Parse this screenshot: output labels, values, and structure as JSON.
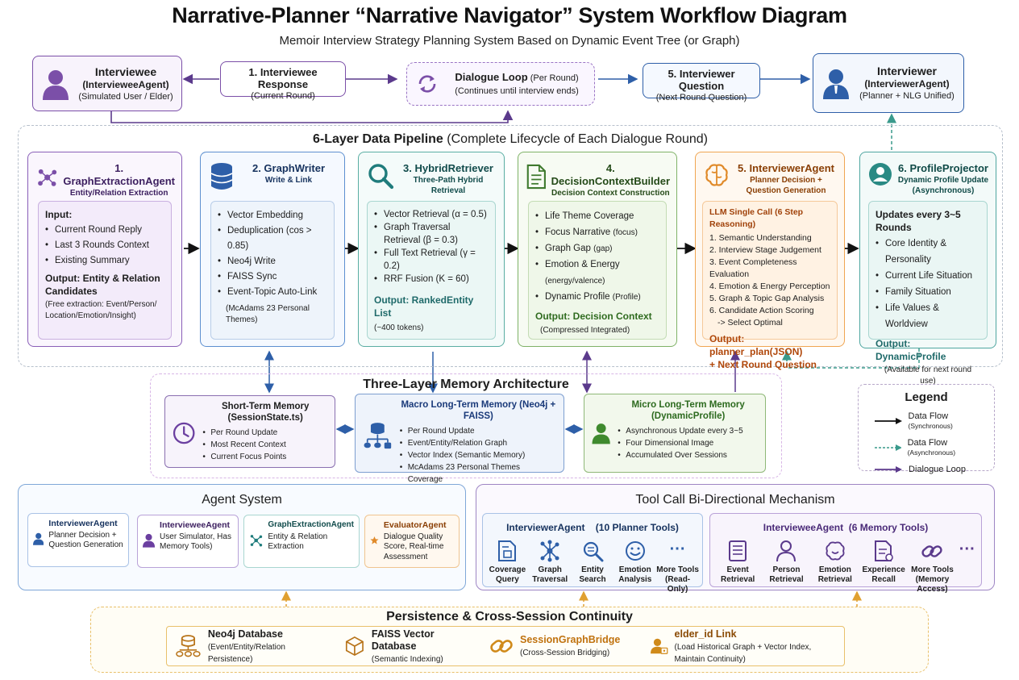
{
  "title": "Narrative-Planner “Narrative Navigator” System Workflow Diagram",
  "subtitle": "Memoir Interview Strategy Planning System Based on Dynamic Event Tree (or Graph)",
  "top": {
    "interviewee": {
      "title": "Interviewee",
      "agent": "(IntervieweeAgent)",
      "sub": "(Simulated User / Elder)"
    },
    "response": {
      "title": "1. Interviewee Response",
      "sub": "(Current Round)"
    },
    "loop": {
      "title": "Dialogue Loop",
      "title_small": "(Per Round)",
      "sub": "(Continues until interview ends)"
    },
    "question": {
      "title": "5. Interviewer Question",
      "sub": "(Next Round Question)"
    },
    "interviewer": {
      "title": "Interviewer",
      "agent": "(InterviewerAgent)",
      "sub": "(Planner + NLG Unified)"
    }
  },
  "pipeline": {
    "title": "6-Layer Data Pipeline",
    "title_sub": "(Complete Lifecycle of Each Dialogue Round)",
    "columns": [
      {
        "name": "1. GraphExtractionAgent",
        "sub": "Entity/Relation Extraction",
        "input_label": "Input:",
        "items": [
          "Current Round Reply",
          "Last 3 Rounds Context",
          "Existing Summary"
        ],
        "output": "Output: Entity & Relation Candidates",
        "note": "(Free extraction: Event/Person/ Location/Emotion/Insight)"
      },
      {
        "name": "2. GraphWriter",
        "sub": "Write & Link",
        "items": [
          "Vector Embedding",
          "Deduplication (cos > 0.85)",
          "Neo4j Write",
          "FAISS Sync",
          "Event-Topic Auto-Link"
        ],
        "note": "(McAdams 23 Personal Themes)"
      },
      {
        "name": "3. HybridRetriever",
        "sub": "Three-Path Hybrid Retrieval",
        "items": [
          "Vector Retrieval (α = 0.5)",
          "Graph Traversal Retrieval (β = 0.3)",
          "Full Text Retrieval (γ = 0.2)",
          "RRF Fusion (K = 60)"
        ],
        "output": "Output: RankedEntity List",
        "note": "(~400 tokens)"
      },
      {
        "name": "4. DecisionContextBuilder",
        "sub": "Decision Context Construction",
        "items": [
          "Life Theme Coverage",
          "Focus Narrative",
          "Graph Gap",
          "Emotion & Energy",
          "Dynamic Profile"
        ],
        "item_notes": [
          "",
          "(focus)",
          "(gap)",
          "(energy/valence)",
          "(Profile)"
        ],
        "output": "Output: Decision Context",
        "note": "(Compressed Integrated)"
      },
      {
        "name": "5. InterviewerAgent",
        "sub": "Planner Decision + Question Generation",
        "llm": "LLM Single Call (6 Step Reasoning)",
        "items": [
          "1. Semantic Understanding",
          "2. Interview Stage Judgement",
          "3. Event Completeness Evaluation",
          "4. Emotion & Energy Perception",
          "5. Graph & Topic Gap Analysis",
          "6. Candidate Action Scoring",
          "-> Select Optimal"
        ],
        "output1": "Output: planner_plan(JSON)",
        "output2": "+ Next Round Question"
      },
      {
        "name": "6. ProfileProjector",
        "sub": "Dynamic Profile Update (Asynchronous)",
        "head": "Updates every 3~5 Rounds",
        "items": [
          "Core Identity & Personality",
          "Current Life Situation",
          "Family Situation",
          "Life Values & Worldview"
        ],
        "output": "Output: DynamicProfile",
        "note": "(Available for next round use)"
      }
    ]
  },
  "memory": {
    "title": "Three-Layer Memory Architecture",
    "short": {
      "title": "Short-Term Memory (SessionState.ts)",
      "items": [
        "Per Round Update",
        "Most Recent Context",
        "Current Focus Points"
      ]
    },
    "macro": {
      "title": "Macro Long-Term Memory (Neo4j + FAISS)",
      "items": [
        "Per Round Update",
        "Event/Entity/Relation Graph",
        "Vector Index (Semantic Memory)",
        "McAdams 23 Personal Themes Coverage"
      ]
    },
    "micro": {
      "title": "Micro Long-Term Memory (DynamicProfile)",
      "items": [
        "Asynchronous Update every 3~5",
        "Four Dimensional Image",
        "Accumulated Over Sessions"
      ]
    }
  },
  "legend": {
    "title": "Legend",
    "items": [
      {
        "label": "Data Flow",
        "note": "(Synchronous)"
      },
      {
        "label": "Data Flow",
        "note": "(Asynchronous)"
      },
      {
        "label": "Dialogue Loop",
        "note": ""
      }
    ]
  },
  "agents": {
    "title": "Agent System",
    "items": [
      {
        "name": "InterviewerAgent",
        "desc": "Planner Decision + Question Generation"
      },
      {
        "name": "IntervieweeAgent",
        "desc": "User Simulator, Has Memory Tools)"
      },
      {
        "name": "GraphExtractionAgent",
        "desc": "Entity & Relation Extraction"
      },
      {
        "name": "EvaluatorAgent",
        "desc": "Dialogue Quality Score, Real-time Assessment"
      }
    ]
  },
  "tools": {
    "title": "Tool Call Bi-Directional Mechanism",
    "planner": {
      "title": "InterviewerAgent",
      "count": "(10 Planner Tools)",
      "items": [
        [
          "Coverage",
          "Query"
        ],
        [
          "Graph",
          "Traversal"
        ],
        [
          "Entity",
          "Search"
        ],
        [
          "Emotion",
          "Analysis"
        ],
        [
          "More Tools",
          "(Read-Only)"
        ]
      ]
    },
    "memory": {
      "title": "IntervieweeAgent",
      "count": "(6 Memory Tools)",
      "items": [
        [
          "Event",
          "Retrieval"
        ],
        [
          "Person",
          "Retrieval"
        ],
        [
          "Emotion",
          "Retrieval"
        ],
        [
          "Experience",
          "Recall"
        ],
        [
          "More Tools",
          "(Memory Access)"
        ]
      ],
      "ellipsis": "···"
    }
  },
  "persistence": {
    "title": "Persistence & Cross-Session Continuity",
    "items": [
      {
        "name": "Neo4j Database",
        "sub": "(Event/Entity/Relation Persistence)"
      },
      {
        "name": "FAISS Vector Database",
        "sub": "(Semantic Indexing)"
      },
      {
        "name": "SessionGraphBridge",
        "sub": "(Cross-Session Bridging)"
      },
      {
        "name": "elder_id Link",
        "sub": "(Load Historical Graph + Vector Index, Maintain Continuity)"
      }
    ]
  },
  "colors": {
    "purple": "#7b4fa8",
    "blue": "#2e5fa8",
    "teal": "#3a9a8c",
    "green": "#5a9a3a",
    "orange": "#e08a2a",
    "gold": "#e9b84a"
  }
}
